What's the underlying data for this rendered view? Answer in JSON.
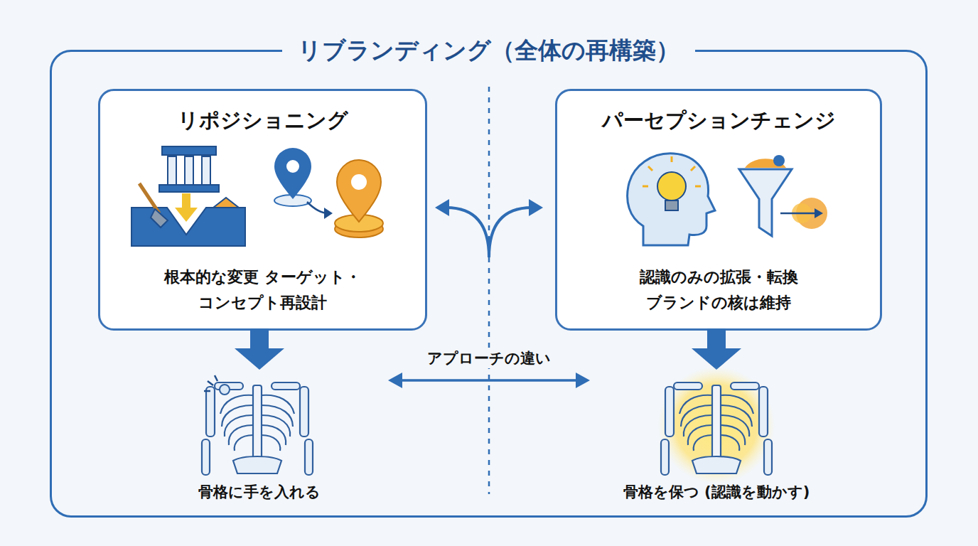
{
  "diagram": {
    "nodes": [
      {
        "text": [
          "リブランディング（全体の再構築）"
        ]
      },
      {
        "text": [
          "リポジショニング",
          "根本的な変更 ターゲット・コンセプト再設計"
        ],
        "in": 0
      },
      {
        "text": [
          "パーセプションチェンジ",
          "認識のみの拡張・転換 ブランドの核は維持"
        ],
        "in": 0
      }
    ],
    "labels": [
      "アプローチの違い",
      "骨格に手を入れる",
      "骨格を保つ (認識を動かす)"
    ]
  }
}
